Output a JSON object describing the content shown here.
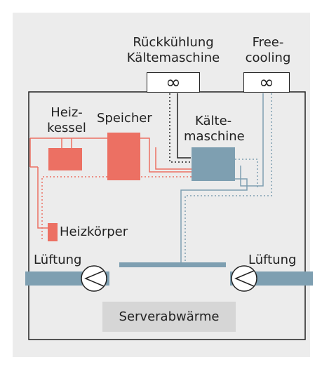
{
  "labels": {
    "rueckkuehlung_line1": "Rückkühlung",
    "rueckkuehlung_line2": "Kältemaschine",
    "freecooling_line1": "Free-",
    "freecooling_line2": "cooling",
    "heizkessel_line1": "Heiz-",
    "heizkessel_line2": "kessel",
    "speicher": "Speicher",
    "kaeltemaschine_line1": "Kälte-",
    "kaeltemaschine_line2": "maschine",
    "heizkoerper": "Heizkörper",
    "lueftung_left": "Lüftung",
    "lueftung_right": "Lüftung",
    "serverabwaerme": "Serverabwärme",
    "infinity_symbol": "∞"
  },
  "colors": {
    "heating": "#ec7063",
    "cooling": "#7e9fb1",
    "line": "#222222",
    "panel_background": "#ececec",
    "server_box": "#d6d6d6"
  }
}
